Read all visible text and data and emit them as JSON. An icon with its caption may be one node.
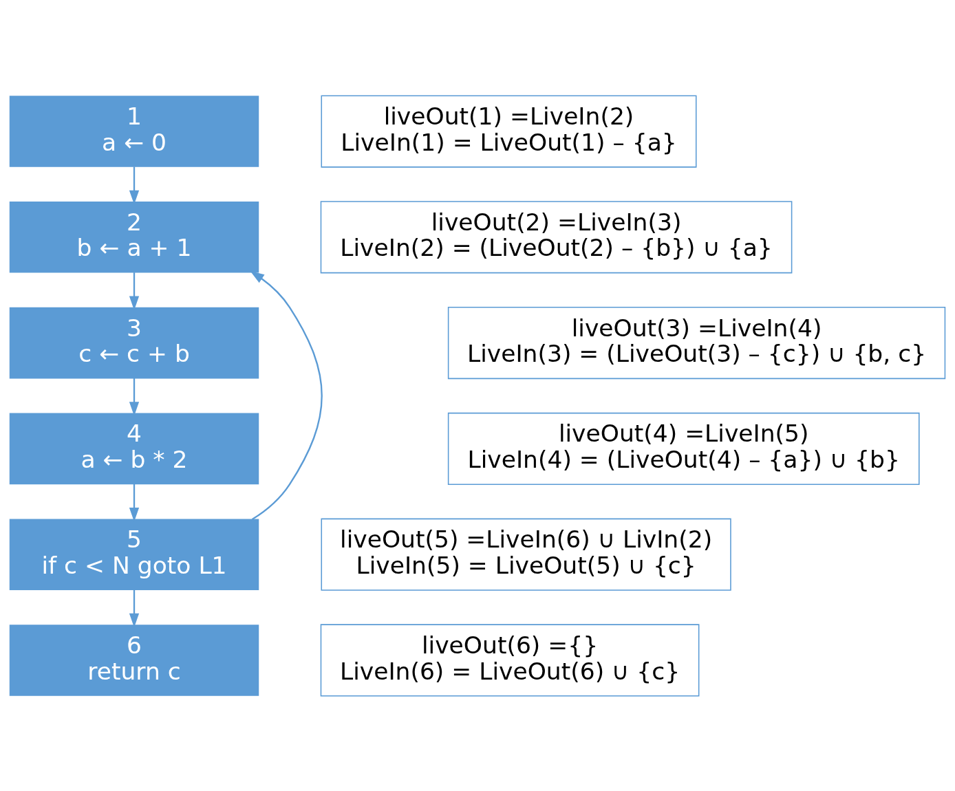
{
  "diagram": {
    "nodes": [
      {
        "text": [
          "1",
          "a ← 0"
        ]
      },
      {
        "text": [
          "2",
          "b ← a + 1"
        ]
      },
      {
        "text": [
          "3",
          "c ← c + b"
        ]
      },
      {
        "text": [
          "4",
          "a ← b * 2"
        ]
      },
      {
        "text": [
          "5",
          "if c < N goto L1"
        ]
      },
      {
        "text": [
          "6",
          "return c"
        ]
      },
      {
        "text": [
          "liveOut(1) =LiveIn(2)",
          "LiveIn(1) = LiveOut(1) – {a}"
        ]
      },
      {
        "text": [
          "liveOut(2) =LiveIn(3)",
          "LiveIn(2) = (LiveOut(2) – {b}) ∪ {a}"
        ]
      },
      {
        "text": [
          "liveOut(3) =LiveIn(4)",
          "LiveIn(3) = (LiveOut(3) – {c}) ∪ {b, c}"
        ]
      },
      {
        "text": [
          "liveOut(4) =LiveIn(5)",
          "LiveIn(4) = (LiveOut(4) – {a}) ∪ {b}"
        ]
      },
      {
        "text": [
          "liveOut(5) =LiveIn(6) ∪ LivIn(2)",
          "LiveIn(5) = LiveOut(5) ∪ {c}"
        ]
      },
      {
        "text": [
          "liveOut(6) ={}",
          "LiveIn(6) = LiveOut(6) ∪ {c}"
        ]
      }
    ],
    "edges": [
      {
        "from": 0,
        "to": 1,
        "arrow": "to"
      },
      {
        "from": 1,
        "to": 2,
        "arrow": "to"
      },
      {
        "from": 2,
        "to": 3,
        "arrow": "to"
      },
      {
        "from": 3,
        "to": 4,
        "arrow": "to"
      },
      {
        "from": 4,
        "to": 1,
        "arrow": "to"
      },
      {
        "from": 4,
        "to": 5,
        "arrow": "to"
      }
    ]
  }
}
